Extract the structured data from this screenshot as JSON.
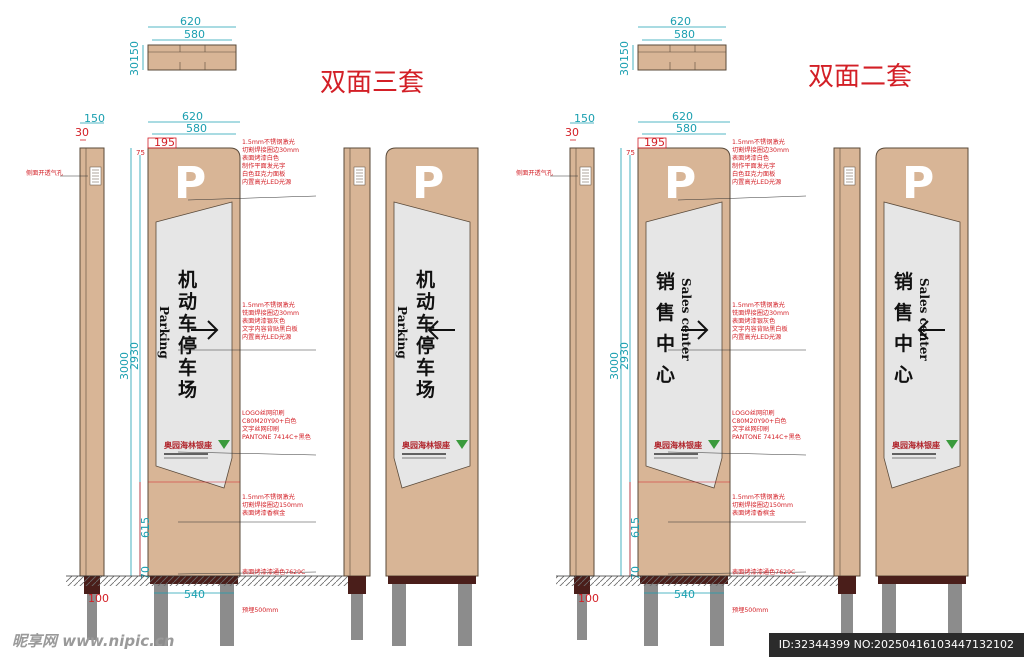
{
  "sets": [
    {
      "heading": "双面三套",
      "top_dims": {
        "w1": "620",
        "w2": "580",
        "h1": "150",
        "h2": "30"
      },
      "dims": {
        "side_w": "150",
        "side_gap": "30",
        "front_w1": "620",
        "front_w2": "580",
        "inset": "195",
        "tiny": "75",
        "total_h": "3000",
        "inner_h": "2930",
        "lower_h": "615",
        "base_h": "70",
        "post_off": "100",
        "base_w": "540"
      },
      "side_label": "侧面开透气孔",
      "title_chars": [
        "机",
        "动",
        "车",
        "停",
        "车",
        "场"
      ],
      "subtitle": "Parking",
      "p_glyph": "P",
      "logo_text": "奥园海林银座",
      "notes": {
        "top": [
          "1.5mm不锈钢激光",
          "切割焊接圈边30mm",
          "表面烤漆白色",
          "制作平面发光字",
          "白色亚克力面板",
          "内置高光LED光源"
        ],
        "mid": [
          "1.5mm不锈钢激光",
          "铣面焊接圈边30mm",
          "表面烤漆银灰色",
          "文字内容背贴黑白板",
          "内置高光LED光源"
        ],
        "logo": [
          "LOGO丝网印刷",
          "C80M20Y90+白色",
          "文字丝网印刷",
          "PANTONE 7414C+黑色"
        ],
        "lower": [
          "1.5mm不锈钢激光",
          "切割焊接圈边150mm",
          "表面烤漆香槟金"
        ],
        "base": "表面烤漆漆通色7629C",
        "footing": "预埋500mm"
      }
    },
    {
      "heading": "双面二套",
      "top_dims": {
        "w1": "620",
        "w2": "580",
        "h1": "150",
        "h2": "30"
      },
      "dims": {
        "side_w": "150",
        "side_gap": "30",
        "front_w1": "620",
        "front_w2": "580",
        "inset": "195",
        "tiny": "75",
        "total_h": "3000",
        "inner_h": "2930",
        "lower_h": "615",
        "base_h": "70",
        "post_off": "100",
        "base_w": "540"
      },
      "side_label": "侧面开透气孔",
      "title_chars": [
        "销",
        "售",
        "中",
        "心"
      ],
      "subtitle": "Sales center",
      "p_glyph": "P",
      "logo_text": "奥园海林银座",
      "notes": {
        "top": [
          "1.5mm不锈钢激光",
          "切割焊接圈边30mm",
          "表面烤漆白色",
          "制作平面发光字",
          "白色亚克力面板",
          "内置高光LED光源"
        ],
        "mid": [
          "1.5mm不锈钢激光",
          "铣面焊接圈边30mm",
          "表面烤漆银灰色",
          "文字内容背贴黑白板",
          "内置高光LED光源"
        ],
        "logo": [
          "LOGO丝网印刷",
          "C80M20Y90+白色",
          "文字丝网印刷",
          "PANTONE 7414C+黑色"
        ],
        "lower": [
          "1.5mm不锈钢激光",
          "切割焊接圈边150mm",
          "表面烤漆香槟金"
        ],
        "base": "表面烤漆漆通色7629C",
        "footing": "预埋500mm"
      }
    }
  ],
  "colors": {
    "body_fill": "#d8b596",
    "body_stroke": "#5a4a3a",
    "panel_fill": "#e6e6e6",
    "base_fill": "#4a1e1a",
    "post_fill": "#8c8c8c",
    "dim_color": "#1a9fb0",
    "note_color": "#d31f26",
    "logo_green": "#3a9a3c"
  },
  "watermark": {
    "left": "昵享网 www.nipic.cn",
    "right": "ID:32344399 NO:20250416103447132102"
  }
}
